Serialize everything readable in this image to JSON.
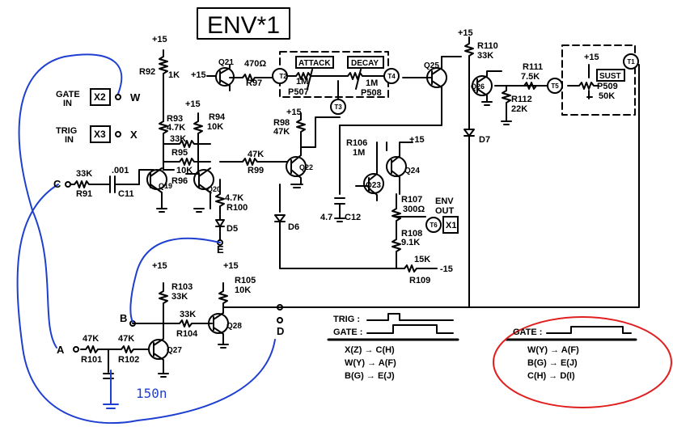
{
  "title": "ENV*1",
  "rails": {
    "plus15": "+15",
    "minus15": "-15"
  },
  "inputs": {
    "gate": {
      "label_line1": "GATE",
      "label_line2": "IN",
      "jack": "X2",
      "node": "W"
    },
    "trig": {
      "label_line1": "TRIG",
      "label_line2": "IN",
      "jack": "X3",
      "node": "X"
    },
    "c_node": "C",
    "a_node": "A",
    "b_node": "B",
    "d_node": "D",
    "e_node": "E"
  },
  "components": {
    "r91": {
      "ref": "R91",
      "value": "33K"
    },
    "c11": {
      "ref": "C11",
      "value": ".001"
    },
    "q19": {
      "ref": "Q19"
    },
    "q20": {
      "ref": "Q20"
    },
    "q21": {
      "ref": "Q21"
    },
    "q22": {
      "ref": "Q22"
    },
    "q23": {
      "ref": "Q23"
    },
    "q24": {
      "ref": "Q24"
    },
    "q25": {
      "ref": "Q25"
    },
    "q26": {
      "ref": "Q26"
    },
    "q27": {
      "ref": "Q27"
    },
    "q28": {
      "ref": "Q28"
    },
    "r92": {
      "ref": "R92",
      "value": "1K"
    },
    "r93": {
      "ref": "R93",
      "value": "4.7K"
    },
    "r94": {
      "ref": "R94",
      "value": "10K"
    },
    "r95": {
      "ref": "R95",
      "value": "33K"
    },
    "r96": {
      "ref": "R96",
      "value": "10K"
    },
    "r97": {
      "ref": "R97",
      "value": "470Ω"
    },
    "r98": {
      "ref": "R98",
      "value": "47K"
    },
    "r99": {
      "ref": "R99",
      "value": "47K"
    },
    "r100": {
      "ref": "R100",
      "value": "4.7K"
    },
    "r101": {
      "ref": "R101",
      "value": "47K"
    },
    "r102": {
      "ref": "R102",
      "value": "47K"
    },
    "r103": {
      "ref": "R103",
      "value": "33K"
    },
    "r104": {
      "ref": "R104",
      "value": "33K"
    },
    "r105": {
      "ref": "R105",
      "value": "10K"
    },
    "r106": {
      "ref": "R106",
      "value": "1M"
    },
    "r107": {
      "ref": "R107",
      "value": "300Ω"
    },
    "r108": {
      "ref": "R108",
      "value": "9.1K"
    },
    "r109": {
      "ref": "R109",
      "value": "15K"
    },
    "r110": {
      "ref": "R110",
      "value": "33K"
    },
    "r111": {
      "ref": "R111",
      "value": "7.5K"
    },
    "r112": {
      "ref": "R112",
      "value": "22K"
    },
    "c12": {
      "ref": "C12",
      "value": "4.7"
    },
    "d5": {
      "ref": "D5"
    },
    "d6": {
      "ref": "D6"
    },
    "d7": {
      "ref": "D7"
    },
    "attack": {
      "label": "ATTACK",
      "value": "1M",
      "ref": "P507"
    },
    "decay": {
      "label": "DECAY",
      "value": "1M",
      "ref": "P508"
    },
    "sust": {
      "label": "SUST",
      "ref": "P509",
      "value": "50K"
    }
  },
  "terminals": {
    "t1": "T1",
    "t2": "T2",
    "t3": "T3",
    "t4": "T4",
    "t5": "T5",
    "t6": "T6"
  },
  "output": {
    "label_line1": "ENV",
    "label_line2": "OUT",
    "jack": "X1"
  },
  "handwritten": {
    "cap_value": "150n"
  },
  "legend": {
    "trig_label": "TRIG :",
    "gate_label": "GATE :",
    "mappings": [
      "X(Z) → C(H)",
      "W(Y) → A(F)",
      "B(G) → E(J)"
    ]
  },
  "legend_alt": {
    "gate_label": "GATE :",
    "mappings": [
      "W(Y) → A(F)",
      "B(G) → E(J)",
      "C(H) → D(I)"
    ]
  },
  "colors": {
    "ink": "#000000",
    "pen_blue": "#1f3fd0",
    "pen_red": "#e02020"
  }
}
